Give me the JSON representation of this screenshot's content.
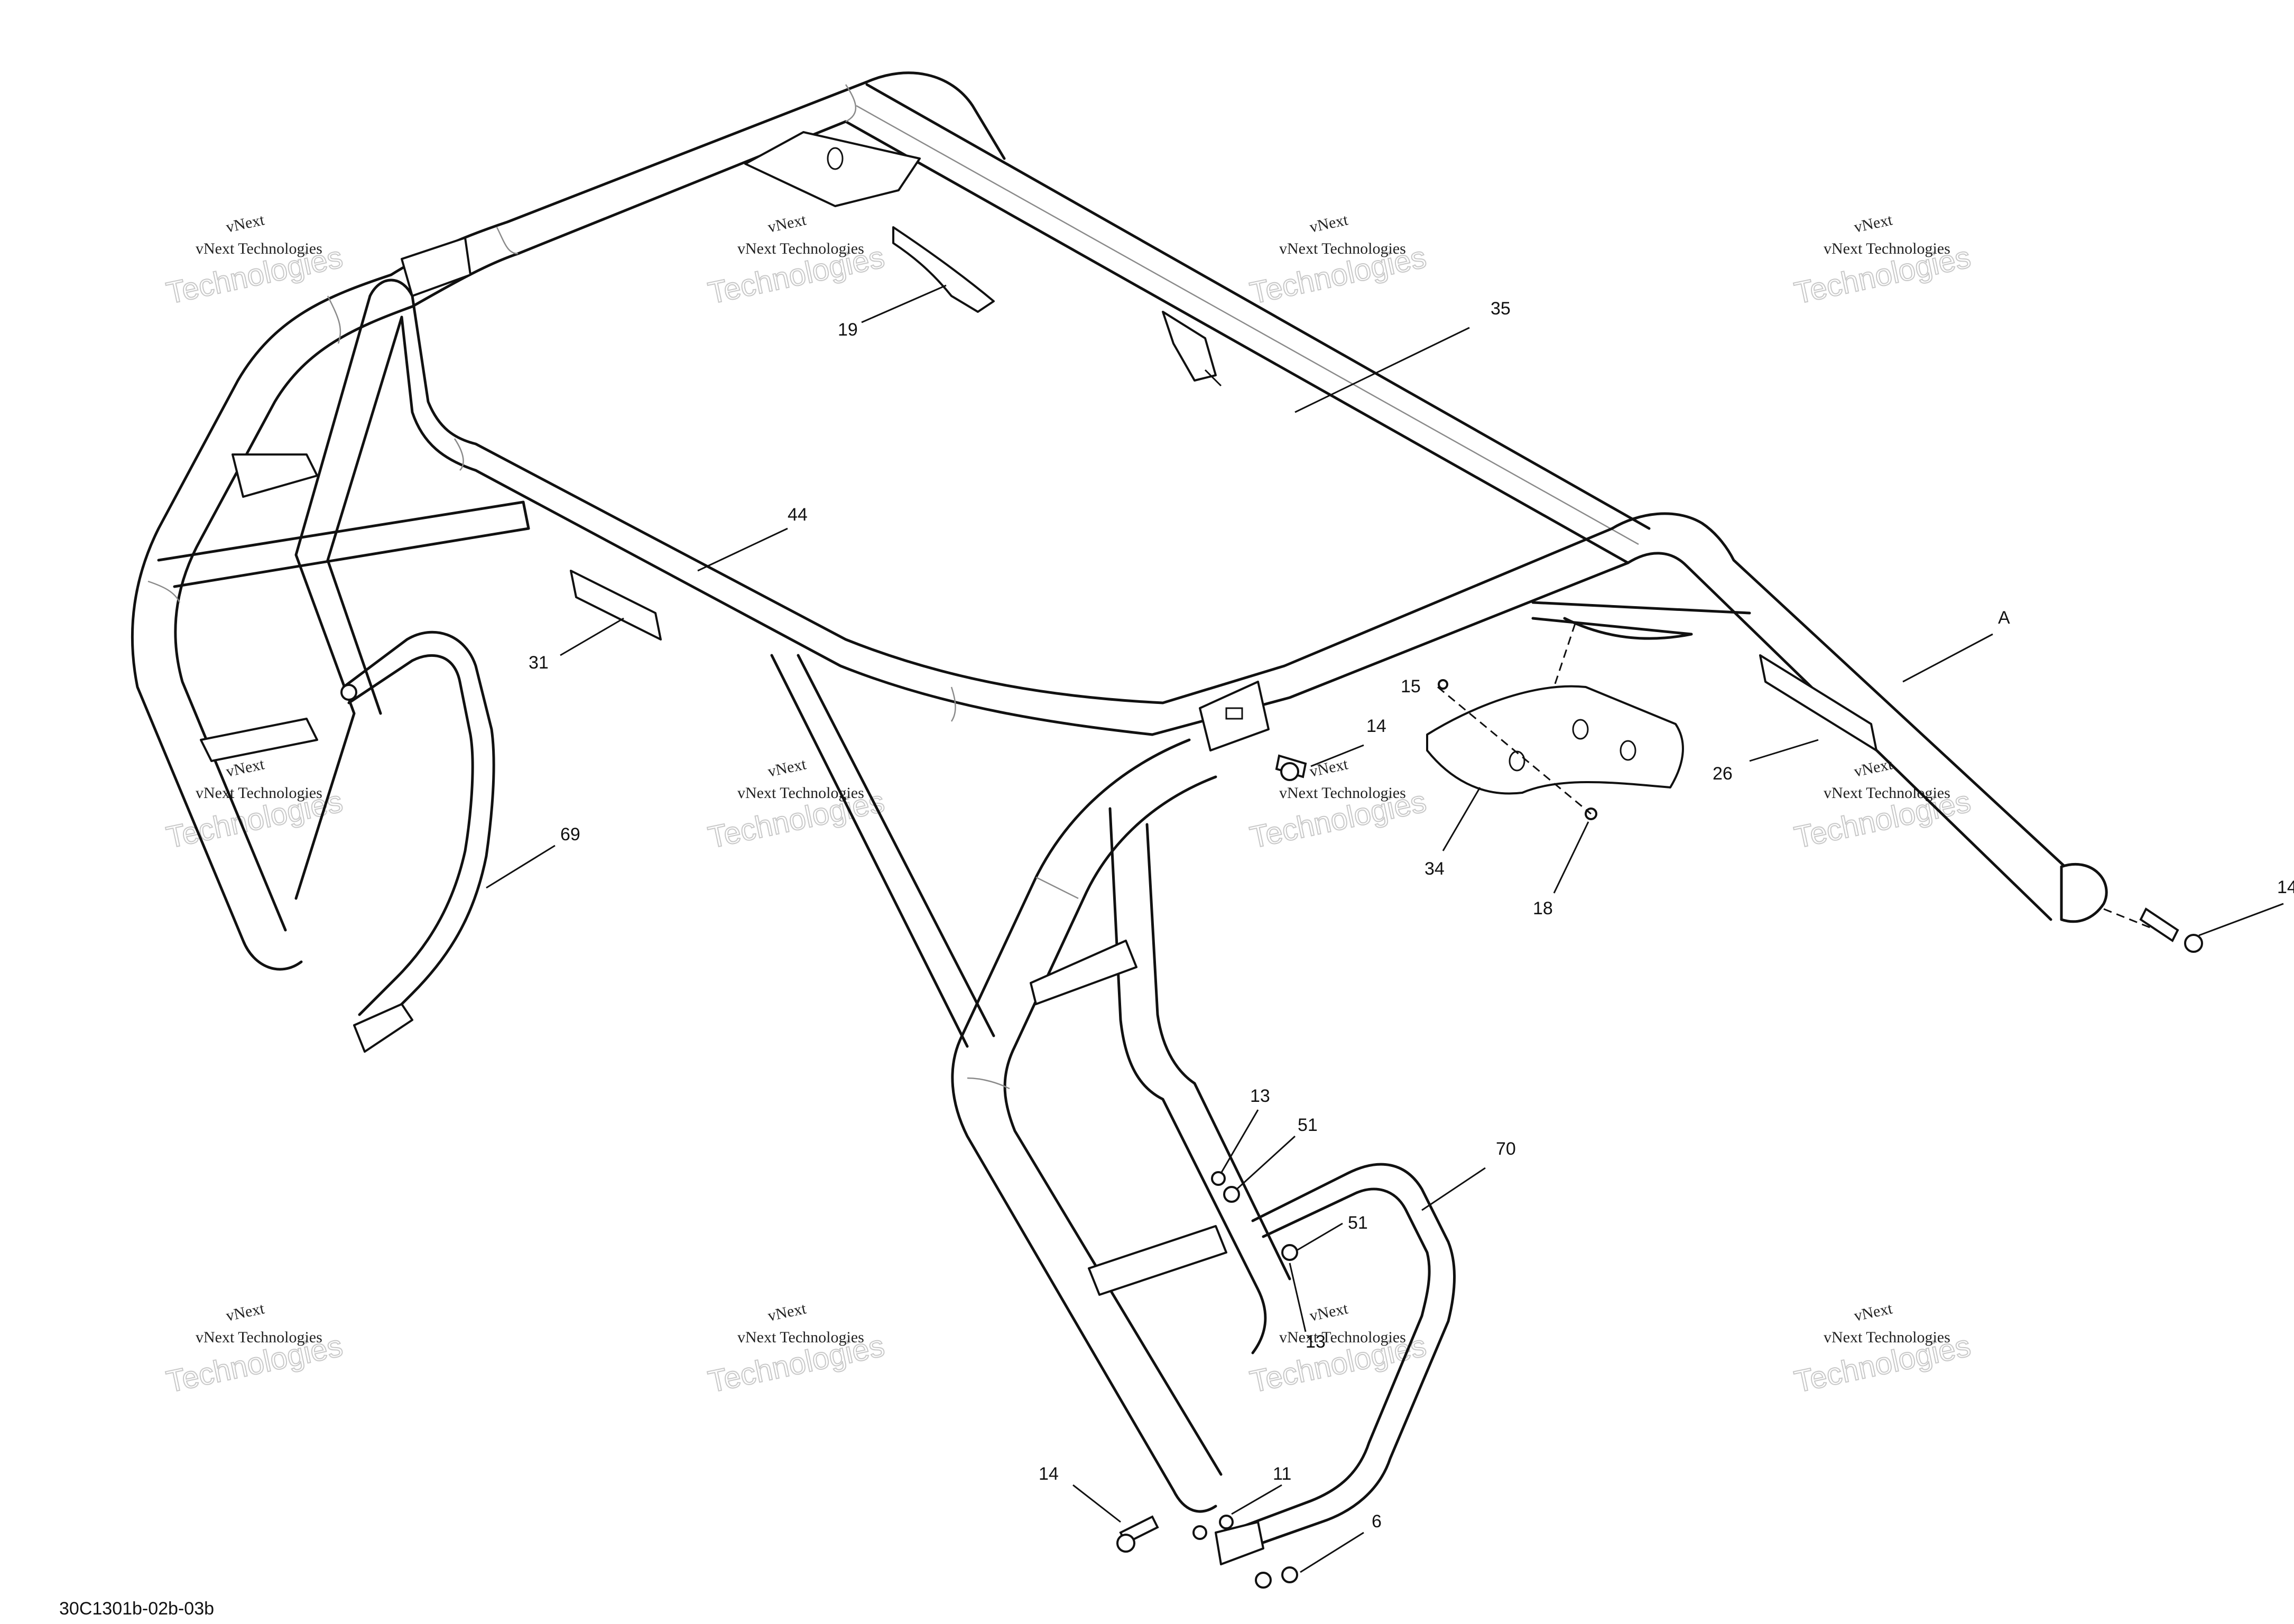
{
  "diagram": {
    "drawing_code": "30C1301b-02b-03b",
    "watermark": {
      "line1": "vNext Technologies",
      "line2": "Technologies",
      "prefix": "vNext"
    },
    "callouts": {
      "p35": "35",
      "p19": "19",
      "p44": "44",
      "p31": "31",
      "pA": "A",
      "p15": "15",
      "p14a": "14",
      "p34": "34",
      "p18": "18",
      "p26": "26",
      "p14b": "14",
      "p69": "69",
      "p13a": "13",
      "p51a": "51",
      "p70": "70",
      "p51b": "51",
      "p13b": "13",
      "p11": "11",
      "p14c": "14",
      "p6": "6"
    }
  }
}
